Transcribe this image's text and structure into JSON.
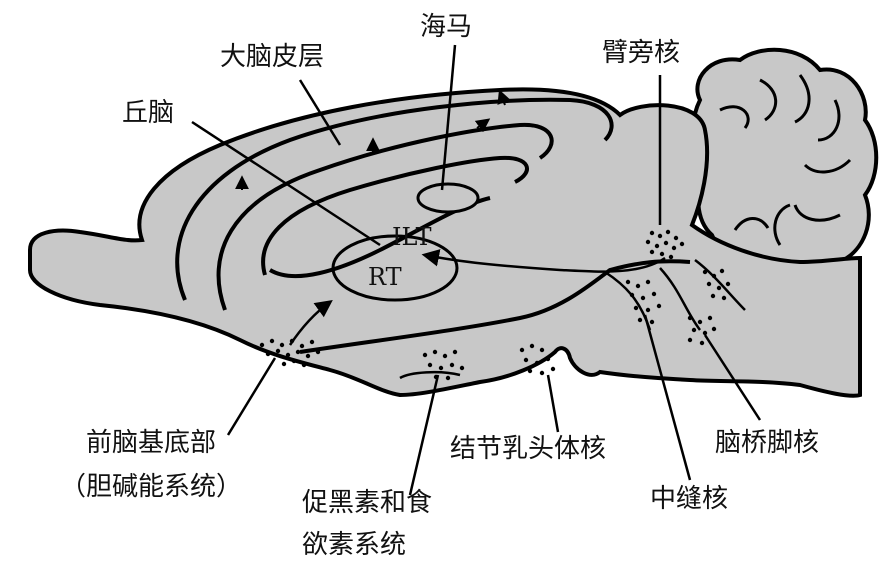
{
  "labels": {
    "cortex": "大脑皮层",
    "hippocampus": "海马",
    "parabrachial": "臂旁核",
    "thalamus": "丘脑",
    "ilt": "ILT",
    "rt": "RT",
    "basal_forebrain_line1": "前脑基底部",
    "basal_forebrain_line2": "（胆碱能系统）",
    "orexin_line1": "促黑素和食",
    "orexin_line2": "欲素系统",
    "tuberomammillary": "结节乳头体核",
    "raphe": "中缝核",
    "pedunculopontine": "脑桥脚核"
  },
  "colors": {
    "brain_fill": "#c8c8c8",
    "stroke": "#000000",
    "background": "#ffffff"
  }
}
